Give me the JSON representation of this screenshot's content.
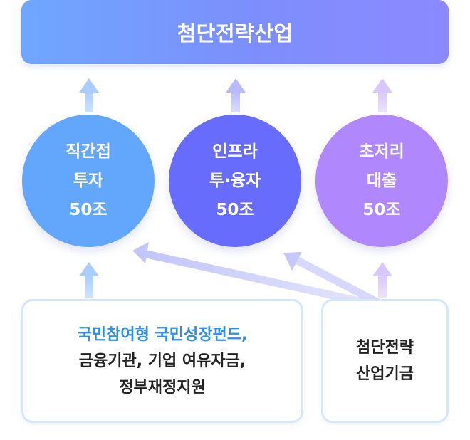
{
  "banner": {
    "title": "첨단전략산업"
  },
  "circles": [
    {
      "lines": [
        "직간접",
        "투자",
        "50조"
      ]
    },
    {
      "lines": [
        "인프라",
        "투·융자",
        "50조"
      ]
    },
    {
      "lines": [
        "초저리",
        "대출",
        "50조"
      ]
    }
  ],
  "sources": {
    "left": {
      "line1": "국민참여형 국민성장펀드,",
      "line2": "금융기관, 기업 여유자금,",
      "line3": "정부재정지원"
    },
    "right": {
      "line1": "첨단전략",
      "line2": "산업기금"
    }
  },
  "colors": {
    "circle_1": "#62a7fb",
    "circle_2": "#676cfd",
    "circle_3": "#b087fc",
    "accent_text": "#2f8fe6"
  }
}
